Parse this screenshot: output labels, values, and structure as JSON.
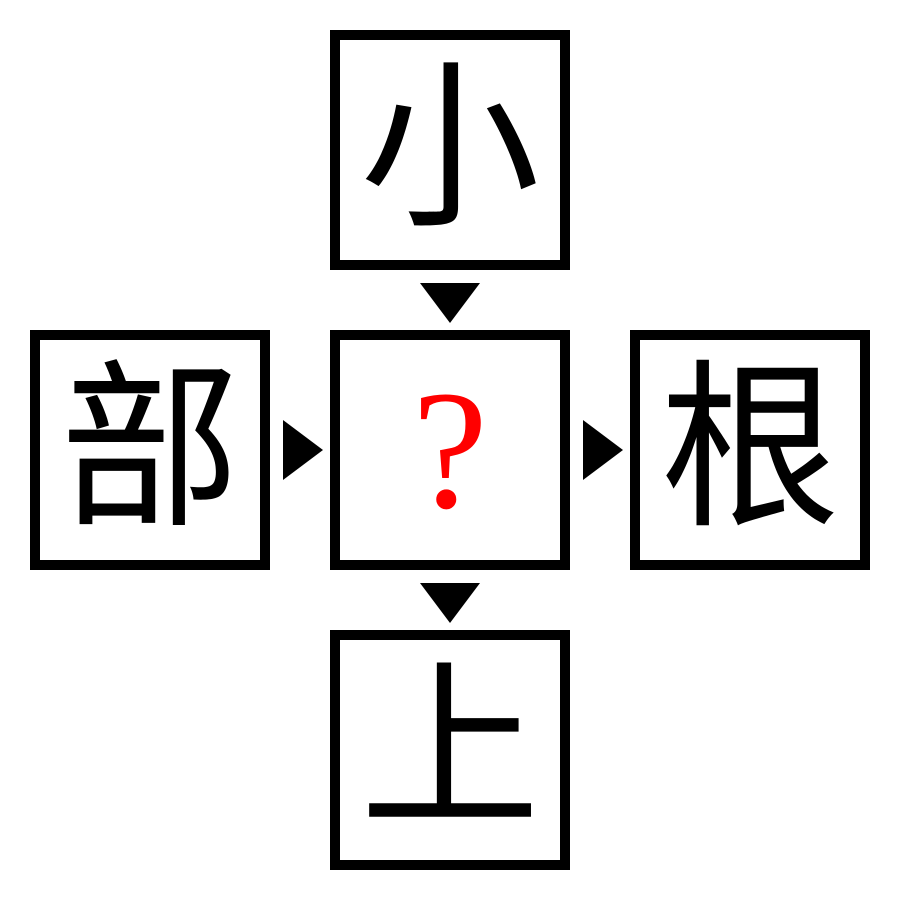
{
  "puzzle": {
    "top": "小",
    "left": "部",
    "center": "?",
    "right": "根",
    "bottom": "上"
  },
  "colors": {
    "border": "#000000",
    "kanji": "#000000",
    "question": "#ff0000",
    "arrow": "#000000",
    "background": "#ffffff"
  },
  "icons": [
    "arrow-down-icon",
    "arrow-right-icon"
  ]
}
